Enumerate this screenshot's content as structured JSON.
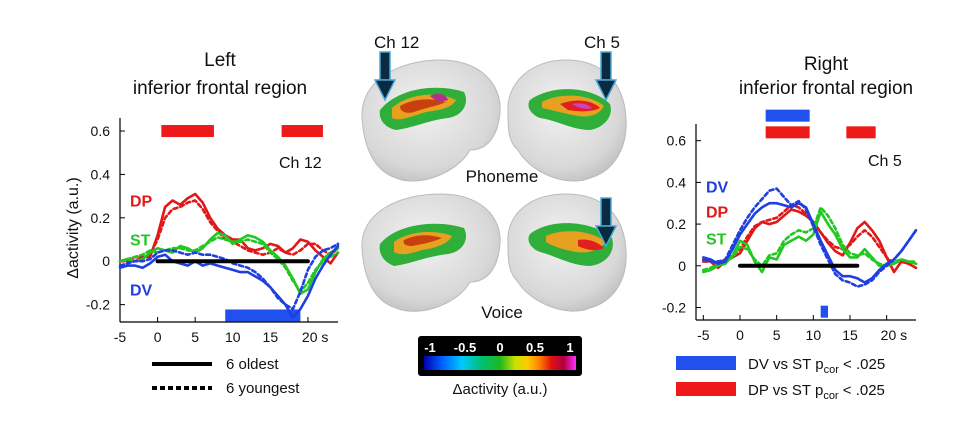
{
  "colors": {
    "DV": "#1f3fe0",
    "DP": "#e01818",
    "ST": "#22c722",
    "black": "#000000",
    "sig_blue": "#2050ee",
    "sig_red": "#ee1a1a"
  },
  "chart_data": [
    {
      "type": "line",
      "title_line1": "Left",
      "title_line2": "inferior frontal region",
      "channel_label": "Ch 12",
      "ylabel": "Δactivity (a.u.)",
      "xlim": [
        -5,
        24
      ],
      "ylim": [
        -0.28,
        0.66
      ],
      "x_ticks": [
        {
          "v": -5,
          "label": "-5"
        },
        {
          "v": 0,
          "label": "0"
        },
        {
          "v": 5,
          "label": "5"
        },
        {
          "v": 10,
          "label": "10"
        },
        {
          "v": 15,
          "label": "15"
        },
        {
          "v": 20,
          "label": "20 s"
        }
      ],
      "y_ticks": [
        {
          "v": -0.2,
          "label": "-0.2"
        },
        {
          "v": 0,
          "label": "0"
        },
        {
          "v": 0.2,
          "label": "0.2"
        },
        {
          "v": 0.4,
          "label": "0.4"
        },
        {
          "v": 0.6,
          "label": "0.6"
        }
      ],
      "series_labels": [
        {
          "key": "DP",
          "text": "DP",
          "y": 0.28
        },
        {
          "key": "ST",
          "text": "ST",
          "y": 0.1
        },
        {
          "key": "DV",
          "text": "DV",
          "y": -0.13
        }
      ],
      "x": [
        -5,
        -4,
        -3,
        -2,
        -1,
        0,
        1,
        2,
        3,
        4,
        5,
        6,
        7,
        8,
        9,
        10,
        11,
        12,
        13,
        14,
        15,
        16,
        17,
        18,
        19,
        20,
        21,
        22,
        23,
        24
      ],
      "series": [
        {
          "key": "DP",
          "style": "solid",
          "values": [
            0.0,
            0.01,
            0.0,
            0.02,
            0.02,
            0.12,
            0.25,
            0.28,
            0.26,
            0.29,
            0.31,
            0.27,
            0.2,
            0.15,
            0.12,
            0.1,
            0.1,
            0.06,
            0.05,
            0.06,
            0.08,
            0.07,
            0.04,
            0.06,
            0.1,
            0.09,
            0.05,
            0.02,
            -0.01,
            0.04
          ]
        },
        {
          "key": "DP",
          "style": "dashed",
          "values": [
            0.0,
            0.0,
            0.02,
            0.02,
            0.03,
            0.1,
            0.2,
            0.24,
            0.25,
            0.27,
            0.28,
            0.24,
            0.18,
            0.14,
            0.1,
            0.09,
            0.07,
            0.05,
            0.04,
            0.03,
            0.04,
            0.06,
            0.04,
            0.03,
            0.05,
            0.08,
            0.08,
            0.05,
            0.03,
            0.06
          ]
        },
        {
          "key": "ST",
          "style": "solid",
          "values": [
            0.0,
            0.01,
            0.0,
            0.01,
            0.04,
            0.06,
            0.05,
            0.04,
            0.07,
            0.06,
            0.04,
            0.06,
            0.1,
            0.13,
            0.12,
            0.08,
            0.1,
            0.12,
            0.11,
            0.09,
            0.05,
            0.02,
            -0.02,
            -0.08,
            -0.15,
            -0.13,
            -0.05,
            0.01,
            0.04,
            0.06
          ]
        },
        {
          "key": "ST",
          "style": "dashed",
          "values": [
            0.0,
            0.01,
            0.02,
            0.03,
            0.05,
            0.04,
            0.05,
            0.06,
            0.06,
            0.05,
            0.05,
            0.07,
            0.09,
            0.11,
            0.1,
            0.09,
            0.09,
            0.1,
            0.09,
            0.08,
            0.04,
            0.01,
            -0.03,
            -0.09,
            -0.14,
            -0.1,
            -0.04,
            0.0,
            0.02,
            0.04
          ]
        },
        {
          "key": "DV",
          "style": "solid",
          "values": [
            -0.03,
            -0.02,
            -0.02,
            -0.03,
            -0.01,
            0.02,
            0.03,
            0.0,
            -0.01,
            -0.02,
            0.0,
            -0.02,
            -0.01,
            -0.02,
            -0.03,
            -0.04,
            -0.05,
            -0.05,
            -0.07,
            -0.09,
            -0.12,
            -0.16,
            -0.2,
            -0.26,
            -0.22,
            -0.16,
            -0.08,
            -0.02,
            0.03,
            0.07
          ]
        },
        {
          "key": "DV",
          "style": "dashed",
          "values": [
            -0.02,
            -0.01,
            0.0,
            0.0,
            0.01,
            0.04,
            0.05,
            0.05,
            0.04,
            0.03,
            0.04,
            0.03,
            0.03,
            0.02,
            0.01,
            -0.01,
            -0.02,
            -0.03,
            -0.05,
            -0.08,
            -0.12,
            -0.17,
            -0.2,
            -0.22,
            -0.14,
            -0.04,
            0.02,
            0.05,
            0.06,
            0.08
          ]
        },
        {
          "key": "black",
          "style": "solid",
          "values": [
            null,
            null,
            null,
            null,
            null,
            0,
            0,
            0,
            0,
            0,
            0,
            0,
            0,
            0,
            0,
            0,
            0,
            0,
            0,
            0,
            0,
            0,
            0,
            0,
            0,
            0,
            null,
            null,
            null,
            null
          ]
        }
      ],
      "sig_bars": [
        {
          "color": "red",
          "x0": 0.5,
          "x1": 7.5,
          "y": 0.6
        },
        {
          "color": "red",
          "x0": 16.5,
          "x1": 22.0,
          "y": 0.6
        },
        {
          "color": "blue",
          "x0": 9.0,
          "x1": 19.0,
          "y": -0.25
        }
      ]
    },
    {
      "type": "line",
      "title_line1": "Right",
      "title_line2": "inferior frontal region",
      "channel_label": "Ch 5",
      "xlim": [
        -6,
        24
      ],
      "ylim": [
        -0.26,
        0.68
      ],
      "x_ticks": [
        {
          "v": -5,
          "label": "-5"
        },
        {
          "v": 0,
          "label": "0"
        },
        {
          "v": 5,
          "label": "5"
        },
        {
          "v": 10,
          "label": "10"
        },
        {
          "v": 15,
          "label": "15"
        },
        {
          "v": 20,
          "label": "20 s"
        }
      ],
      "y_ticks": [
        {
          "v": -0.2,
          "label": "-0.2"
        },
        {
          "v": 0,
          "label": "0"
        },
        {
          "v": 0.2,
          "label": "0.2"
        },
        {
          "v": 0.4,
          "label": "0.4"
        },
        {
          "v": 0.6,
          "label": "0.6"
        }
      ],
      "series_labels": [
        {
          "key": "DV",
          "text": "DV",
          "y": 0.38
        },
        {
          "key": "DP",
          "text": "DP",
          "y": 0.26
        },
        {
          "key": "ST",
          "text": "ST",
          "y": 0.13
        }
      ],
      "x": [
        -5,
        -4,
        -3,
        -2,
        -1,
        0,
        1,
        2,
        3,
        4,
        5,
        6,
        7,
        8,
        9,
        10,
        11,
        12,
        13,
        14,
        15,
        16,
        17,
        18,
        19,
        20,
        21,
        22,
        23,
        24
      ],
      "series": [
        {
          "key": "DP",
          "style": "solid",
          "values": [
            0.03,
            0.02,
            -0.01,
            0.02,
            0.04,
            0.06,
            0.12,
            0.18,
            0.21,
            0.2,
            0.21,
            0.24,
            0.27,
            0.26,
            0.24,
            0.21,
            0.16,
            0.11,
            0.07,
            0.05,
            0.11,
            0.18,
            0.21,
            0.17,
            0.12,
            0.04,
            -0.03,
            0.02,
            0.01,
            -0.01
          ]
        },
        {
          "key": "DP",
          "style": "dashed",
          "values": [
            0.02,
            0.02,
            0.0,
            0.03,
            0.05,
            0.08,
            0.14,
            0.19,
            0.21,
            0.22,
            0.23,
            0.26,
            0.29,
            0.28,
            0.25,
            0.21,
            0.16,
            0.12,
            0.09,
            0.08,
            0.1,
            0.14,
            0.17,
            0.14,
            0.09,
            0.04,
            0.01,
            0.03,
            0.02,
            0.01
          ]
        },
        {
          "key": "ST",
          "style": "solid",
          "values": [
            -0.03,
            -0.02,
            0.0,
            0.01,
            0.05,
            0.12,
            0.1,
            0.02,
            -0.03,
            0.04,
            0.03,
            0.1,
            0.12,
            0.14,
            0.12,
            0.15,
            0.26,
            0.2,
            0.15,
            0.08,
            0.04,
            0.04,
            0.08,
            0.04,
            0.0,
            0.0,
            0.01,
            0.03,
            0.02,
            0.01
          ]
        },
        {
          "key": "ST",
          "style": "dashed",
          "values": [
            -0.02,
            -0.01,
            0.01,
            0.02,
            0.04,
            0.09,
            0.08,
            0.03,
            0.0,
            0.05,
            0.06,
            0.12,
            0.15,
            0.17,
            0.16,
            0.18,
            0.28,
            0.24,
            0.18,
            0.1,
            0.06,
            0.05,
            0.06,
            0.03,
            0.01,
            0.0,
            0.02,
            0.03,
            0.02,
            0.02
          ]
        },
        {
          "key": "DV",
          "style": "solid",
          "values": [
            0.04,
            0.03,
            0.01,
            0.02,
            0.08,
            0.15,
            0.2,
            0.25,
            0.28,
            0.3,
            0.3,
            0.29,
            0.28,
            0.3,
            0.28,
            0.2,
            0.12,
            0.05,
            -0.02,
            -0.05,
            -0.05,
            -0.06,
            -0.08,
            -0.06,
            -0.02,
            0.01,
            0.03,
            0.07,
            0.12,
            0.17
          ]
        },
        {
          "key": "DV",
          "style": "dashed",
          "values": [
            0.03,
            0.02,
            0.02,
            0.03,
            0.1,
            0.17,
            0.23,
            0.28,
            0.32,
            0.36,
            0.37,
            0.33,
            0.29,
            0.31,
            0.27,
            0.19,
            0.1,
            0.03,
            -0.04,
            -0.07,
            -0.08,
            -0.1,
            -0.09,
            -0.07,
            -0.03,
            0.0,
            0.03,
            0.07,
            0.12,
            0.17
          ]
        },
        {
          "key": "black",
          "style": "solid",
          "values": [
            null,
            null,
            null,
            null,
            null,
            0,
            0,
            0,
            0,
            0,
            0,
            0,
            0,
            0,
            0,
            0,
            0,
            0,
            0,
            0,
            0,
            0,
            null,
            null,
            null,
            null,
            null,
            null,
            null,
            null
          ]
        }
      ],
      "sig_bars": [
        {
          "color": "blue",
          "x0": 3.5,
          "x1": 9.5,
          "y": 0.72
        },
        {
          "color": "red",
          "x0": 3.5,
          "x1": 9.5,
          "y": 0.64
        },
        {
          "color": "red",
          "x0": 14.5,
          "x1": 18.5,
          "y": 0.64
        },
        {
          "color": "blue",
          "x0": 11.0,
          "x1": 12.0,
          "y": -0.22
        }
      ]
    }
  ],
  "brain_panel": {
    "labels": {
      "ch12": "Ch 12",
      "ch5": "Ch 5",
      "phoneme": "Phoneme",
      "voice": "Voice"
    },
    "colorbar": {
      "ticks": [
        "-1",
        "-0.5",
        "0",
        "0.5",
        "1"
      ],
      "label": "Δactivity (a.u.)"
    }
  },
  "line_legend": [
    {
      "style": "solid",
      "label": "6 oldest"
    },
    {
      "style": "dashed",
      "label": "6 youngest"
    }
  ],
  "sig_legend": [
    {
      "color": "blue",
      "label_main": "DV vs ST p",
      "label_sub": "cor",
      "label_end": " < .025"
    },
    {
      "color": "red",
      "label_main": "DP vs ST p",
      "label_sub": "cor",
      "label_end": " < .025"
    }
  ]
}
